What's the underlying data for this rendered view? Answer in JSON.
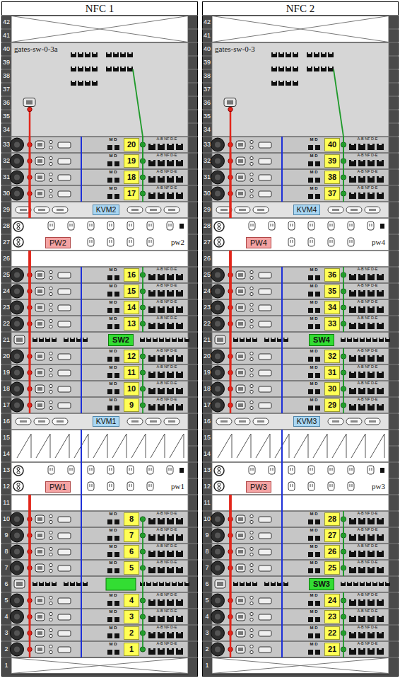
{
  "diagram": {
    "nodes": [
      {
        "text": [
          "NFC 1"
        ]
      },
      {
        "text": [
          "gates-sw-0-3a"
        ],
        "in": 0
      },
      {
        "text": [
          "M D",
          "20",
          "A-B NF D-E"
        ],
        "in": 0
      },
      {
        "text": [
          "M D",
          "19",
          "A-B NF D-E"
        ],
        "in": 0
      },
      {
        "text": [
          "M D",
          "18",
          "A-B NF D-E"
        ],
        "in": 0
      },
      {
        "text": [
          "M D",
          "17",
          "A-B NF D-E"
        ],
        "in": 0
      },
      {
        "text": [
          "KVM2"
        ],
        "in": 0
      },
      {
        "text": [
          "PW2",
          "pw2"
        ],
        "in": 0
      },
      {
        "text": [
          "M D",
          "16",
          "A-B NF D-E"
        ],
        "in": 0
      },
      {
        "text": [
          "M D",
          "15",
          "A-B NF D-E"
        ],
        "in": 0
      },
      {
        "text": [
          "M D",
          "14",
          "A-B NF D-E"
        ],
        "in": 0
      },
      {
        "text": [
          "M D",
          "13",
          "A-B NF D-E"
        ],
        "in": 0
      },
      {
        "text": [
          "SW2"
        ],
        "in": 0
      },
      {
        "text": [
          "M D",
          "12",
          "A-B NF D-E"
        ],
        "in": 0
      },
      {
        "text": [
          "M D",
          "11",
          "A-B NF D-E"
        ],
        "in": 0
      },
      {
        "text": [
          "M D",
          "10",
          "A-B NF D-E"
        ],
        "in": 0
      },
      {
        "text": [
          "M D",
          "9",
          "A-B NF D-E"
        ],
        "in": 0
      },
      {
        "text": [
          "KVM1"
        ],
        "in": 0
      },
      {
        "text": [
          "PW1",
          "pw1"
        ],
        "in": 0
      },
      {
        "text": [
          "M D",
          "8",
          "A-B NF D-E"
        ],
        "in": 0
      },
      {
        "text": [
          "M D",
          "7",
          "A-B NF D-E"
        ],
        "in": 0
      },
      {
        "text": [
          "M D",
          "6",
          "A-B NF D-E"
        ],
        "in": 0
      },
      {
        "text": [
          "M D",
          "5",
          "A-B NF D-E"
        ],
        "in": 0
      },
      {
        "text": [
          "M D",
          "4",
          "A-B NF D-E"
        ],
        "in": 0
      },
      {
        "text": [
          "M D",
          "3",
          "A-B NF D-E"
        ],
        "in": 0
      },
      {
        "text": [
          "M D",
          "2",
          "A-B NF D-E"
        ],
        "in": 0
      },
      {
        "text": [
          "M D",
          "1",
          "A-B NF D-E"
        ],
        "in": 0
      },
      {
        "text": [
          "NFC 2"
        ]
      },
      {
        "text": [
          "gates-sw-0-3"
        ],
        "in": 27
      },
      {
        "text": [
          "M D",
          "40",
          "A-B NF D-E"
        ],
        "in": 27
      },
      {
        "text": [
          "M D",
          "39",
          "A-B NF D-E"
        ],
        "in": 27
      },
      {
        "text": [
          "M D",
          "38",
          "A-B NF D-E"
        ],
        "in": 27
      },
      {
        "text": [
          "M D",
          "37",
          "A-B NF D-E"
        ],
        "in": 27
      },
      {
        "text": [
          "KVM4"
        ],
        "in": 27
      },
      {
        "text": [
          "PW4",
          "pw4"
        ],
        "in": 27
      },
      {
        "text": [
          "M D",
          "36",
          "A-B NF D-E"
        ],
        "in": 27
      },
      {
        "text": [
          "M D",
          "35",
          "A-B NF D-E"
        ],
        "in": 27
      },
      {
        "text": [
          "M D",
          "34",
          "A-B NF D-E"
        ],
        "in": 27
      },
      {
        "text": [
          "M D",
          "33",
          "A-B NF D-E"
        ],
        "in": 27
      },
      {
        "text": [
          "SW4"
        ],
        "in": 27
      },
      {
        "text": [
          "M D",
          "32",
          "A-B NF D-E"
        ],
        "in": 27
      },
      {
        "text": [
          "M D",
          "31",
          "A-B NF D-E"
        ],
        "in": 27
      },
      {
        "text": [
          "M D",
          "30",
          "A-B NF D-E"
        ],
        "in": 27
      },
      {
        "text": [
          "M D",
          "29",
          "A-B NF D-E"
        ],
        "in": 27
      },
      {
        "text": [
          "KVM3"
        ],
        "in": 27
      },
      {
        "text": [
          "PW3",
          "pw3"
        ],
        "in": 27
      },
      {
        "text": [
          "M D",
          "28",
          "A-B NF D-E"
        ],
        "in": 27
      },
      {
        "text": [
          "M D",
          "27",
          "A-B NF D-E"
        ],
        "in": 27
      },
      {
        "text": [
          "M D",
          "26",
          "A-B NF D-E"
        ],
        "in": 27
      },
      {
        "text": [
          "M D",
          "25",
          "A-B NF D-E"
        ],
        "in": 27
      },
      {
        "text": [
          "SW3"
        ],
        "in": 27
      },
      {
        "text": [
          "M D",
          "24",
          "A-B NF D-E"
        ],
        "in": 27
      },
      {
        "text": [
          "M D",
          "23",
          "A-B NF D-E"
        ],
        "in": 27
      },
      {
        "text": [
          "M D",
          "22",
          "A-B NF D-E"
        ],
        "in": 27
      },
      {
        "text": [
          "M D",
          "21",
          "A-B NF D-E"
        ],
        "in": 27
      }
    ],
    "edges": [
      {
        "from": 7,
        "to": 1,
        "arrow": "none"
      },
      {
        "from": 7,
        "to": 2,
        "arrow": "none"
      },
      {
        "from": 7,
        "to": 3,
        "arrow": "none"
      },
      {
        "from": 7,
        "to": 4,
        "arrow": "none"
      },
      {
        "from": 7,
        "to": 5,
        "arrow": "none"
      },
      {
        "from": 7,
        "to": 8,
        "arrow": "none"
      },
      {
        "from": 7,
        "to": 9,
        "arrow": "none"
      },
      {
        "from": 7,
        "to": 10,
        "arrow": "none"
      },
      {
        "from": 7,
        "to": 11,
        "arrow": "none"
      },
      {
        "from": 7,
        "to": 12,
        "arrow": "none"
      },
      {
        "from": 7,
        "to": 13,
        "arrow": "none"
      },
      {
        "from": 7,
        "to": 14,
        "arrow": "none"
      },
      {
        "from": 7,
        "to": 15,
        "arrow": "none"
      },
      {
        "from": 7,
        "to": 16,
        "arrow": "none"
      },
      {
        "from": 18,
        "to": 19,
        "arrow": "none"
      },
      {
        "from": 18,
        "to": 20,
        "arrow": "none"
      },
      {
        "from": 18,
        "to": 21,
        "arrow": "none"
      },
      {
        "from": 18,
        "to": 22,
        "arrow": "none"
      },
      {
        "from": 18,
        "to": 23,
        "arrow": "none"
      },
      {
        "from": 18,
        "to": 24,
        "arrow": "none"
      },
      {
        "from": 18,
        "to": 25,
        "arrow": "none"
      },
      {
        "from": 18,
        "to": 26,
        "arrow": "none"
      },
      {
        "from": 1,
        "to": 2,
        "arrow": "none"
      },
      {
        "from": 1,
        "to": 3,
        "arrow": "none"
      },
      {
        "from": 1,
        "to": 4,
        "arrow": "none"
      },
      {
        "from": 1,
        "to": 5,
        "arrow": "none"
      },
      {
        "from": 12,
        "to": 8,
        "arrow": "none"
      },
      {
        "from": 12,
        "to": 9,
        "arrow": "none"
      },
      {
        "from": 12,
        "to": 10,
        "arrow": "none"
      },
      {
        "from": 12,
        "to": 11,
        "arrow": "none"
      },
      {
        "from": 12,
        "to": 13,
        "arrow": "none"
      },
      {
        "from": 12,
        "to": 14,
        "arrow": "none"
      },
      {
        "from": 12,
        "to": 15,
        "arrow": "none"
      },
      {
        "from": 12,
        "to": 16,
        "arrow": "none"
      },
      {
        "from": 6,
        "to": 2,
        "arrow": "none"
      },
      {
        "from": 6,
        "to": 3,
        "arrow": "none"
      },
      {
        "from": 6,
        "to": 4,
        "arrow": "none"
      },
      {
        "from": 6,
        "to": 5,
        "arrow": "none"
      },
      {
        "from": 17,
        "to": 8,
        "arrow": "none"
      },
      {
        "from": 17,
        "to": 9,
        "arrow": "none"
      },
      {
        "from": 17,
        "to": 10,
        "arrow": "none"
      },
      {
        "from": 17,
        "to": 11,
        "arrow": "none"
      },
      {
        "from": 17,
        "to": 13,
        "arrow": "none"
      },
      {
        "from": 17,
        "to": 14,
        "arrow": "none"
      },
      {
        "from": 17,
        "to": 15,
        "arrow": "none"
      },
      {
        "from": 17,
        "to": 16,
        "arrow": "none"
      },
      {
        "from": 17,
        "to": 19,
        "arrow": "none"
      },
      {
        "from": 17,
        "to": 20,
        "arrow": "none"
      },
      {
        "from": 17,
        "to": 21,
        "arrow": "none"
      },
      {
        "from": 17,
        "to": 22,
        "arrow": "none"
      },
      {
        "from": 17,
        "to": 23,
        "arrow": "none"
      },
      {
        "from": 17,
        "to": 24,
        "arrow": "none"
      },
      {
        "from": 17,
        "to": 25,
        "arrow": "none"
      },
      {
        "from": 17,
        "to": 26,
        "arrow": "none"
      },
      {
        "from": 34,
        "to": 28,
        "arrow": "none"
      },
      {
        "from": 34,
        "to": 29,
        "arrow": "none"
      },
      {
        "from": 34,
        "to": 30,
        "arrow": "none"
      },
      {
        "from": 34,
        "to": 31,
        "arrow": "none"
      },
      {
        "from": 34,
        "to": 32,
        "arrow": "none"
      },
      {
        "from": 34,
        "to": 35,
        "arrow": "none"
      },
      {
        "from": 34,
        "to": 36,
        "arrow": "none"
      },
      {
        "from": 34,
        "to": 37,
        "arrow": "none"
      },
      {
        "from": 34,
        "to": 38,
        "arrow": "none"
      },
      {
        "from": 34,
        "to": 39,
        "arrow": "none"
      },
      {
        "from": 34,
        "to": 40,
        "arrow": "none"
      },
      {
        "from": 34,
        "to": 41,
        "arrow": "none"
      },
      {
        "from": 34,
        "to": 42,
        "arrow": "none"
      },
      {
        "from": 34,
        "to": 43,
        "arrow": "none"
      },
      {
        "from": 45,
        "to": 46,
        "arrow": "none"
      },
      {
        "from": 45,
        "to": 47,
        "arrow": "none"
      },
      {
        "from": 45,
        "to": 48,
        "arrow": "none"
      },
      {
        "from": 45,
        "to": 49,
        "arrow": "none"
      },
      {
        "from": 45,
        "to": 51,
        "arrow": "none"
      },
      {
        "from": 45,
        "to": 52,
        "arrow": "none"
      },
      {
        "from": 45,
        "to": 53,
        "arrow": "none"
      },
      {
        "from": 45,
        "to": 54,
        "arrow": "none"
      },
      {
        "from": 28,
        "to": 29,
        "arrow": "none"
      },
      {
        "from": 28,
        "to": 30,
        "arrow": "none"
      },
      {
        "from": 28,
        "to": 31,
        "arrow": "none"
      },
      {
        "from": 28,
        "to": 32,
        "arrow": "none"
      },
      {
        "from": 39,
        "to": 35,
        "arrow": "none"
      },
      {
        "from": 39,
        "to": 36,
        "arrow": "none"
      },
      {
        "from": 39,
        "to": 37,
        "arrow": "none"
      },
      {
        "from": 39,
        "to": 38,
        "arrow": "none"
      },
      {
        "from": 39,
        "to": 40,
        "arrow": "none"
      },
      {
        "from": 39,
        "to": 41,
        "arrow": "none"
      },
      {
        "from": 39,
        "to": 42,
        "arrow": "none"
      },
      {
        "from": 39,
        "to": 43,
        "arrow": "none"
      },
      {
        "from": 50,
        "to": 46,
        "arrow": "none"
      },
      {
        "from": 50,
        "to": 47,
        "arrow": "none"
      },
      {
        "from": 50,
        "to": 48,
        "arrow": "none"
      },
      {
        "from": 50,
        "to": 49,
        "arrow": "none"
      },
      {
        "from": 50,
        "to": 51,
        "arrow": "none"
      },
      {
        "from": 50,
        "to": 52,
        "arrow": "none"
      },
      {
        "from": 50,
        "to": 53,
        "arrow": "none"
      },
      {
        "from": 50,
        "to": 54,
        "arrow": "none"
      },
      {
        "from": 33,
        "to": 29,
        "arrow": "none"
      },
      {
        "from": 33,
        "to": 30,
        "arrow": "none"
      },
      {
        "from": 33,
        "to": 31,
        "arrow": "none"
      },
      {
        "from": 33,
        "to": 32,
        "arrow": "none"
      },
      {
        "from": 44,
        "to": 35,
        "arrow": "none"
      },
      {
        "from": 44,
        "to": 36,
        "arrow": "none"
      },
      {
        "from": 44,
        "to": 37,
        "arrow": "none"
      },
      {
        "from": 44,
        "to": 38,
        "arrow": "none"
      },
      {
        "from": 44,
        "to": 40,
        "arrow": "none"
      },
      {
        "from": 44,
        "to": 41,
        "arrow": "none"
      },
      {
        "from": 44,
        "to": 42,
        "arrow": "none"
      },
      {
        "from": 44,
        "to": 43,
        "arrow": "none"
      },
      {
        "from": 44,
        "to": 46,
        "arrow": "none"
      },
      {
        "from": 44,
        "to": 47,
        "arrow": "none"
      },
      {
        "from": 44,
        "to": 48,
        "arrow": "none"
      },
      {
        "from": 44,
        "to": 49,
        "arrow": "none"
      },
      {
        "from": 44,
        "to": 51,
        "arrow": "none"
      },
      {
        "from": 44,
        "to": 52,
        "arrow": "none"
      },
      {
        "from": 44,
        "to": 53,
        "arrow": "none"
      },
      {
        "from": 44,
        "to": 54,
        "arrow": "none"
      }
    ],
    "labels": [
      "42",
      "41",
      "40",
      "39",
      "38",
      "37",
      "36",
      "35",
      "34",
      "33",
      "32",
      "31",
      "30",
      "29",
      "28",
      "27",
      "26",
      "25",
      "24",
      "23",
      "22",
      "21",
      "20",
      "19",
      "18",
      "17",
      "16",
      "15",
      "14",
      "13",
      "12",
      "11",
      "10",
      "9",
      "8",
      "7",
      "6",
      "5",
      "4",
      "3",
      "2",
      "1",
      "42",
      "41",
      "40",
      "39",
      "38",
      "37",
      "36",
      "35",
      "34",
      "33",
      "32",
      "31",
      "30",
      "29",
      "28",
      "27",
      "26",
      "25",
      "24",
      "23",
      "22",
      "21",
      "20",
      "19",
      "18",
      "17",
      "16",
      "15",
      "14",
      "13",
      "12",
      "11",
      "10",
      "9",
      "8",
      "7",
      "6",
      "5",
      "4",
      "3",
      "2",
      "1"
    ]
  }
}
